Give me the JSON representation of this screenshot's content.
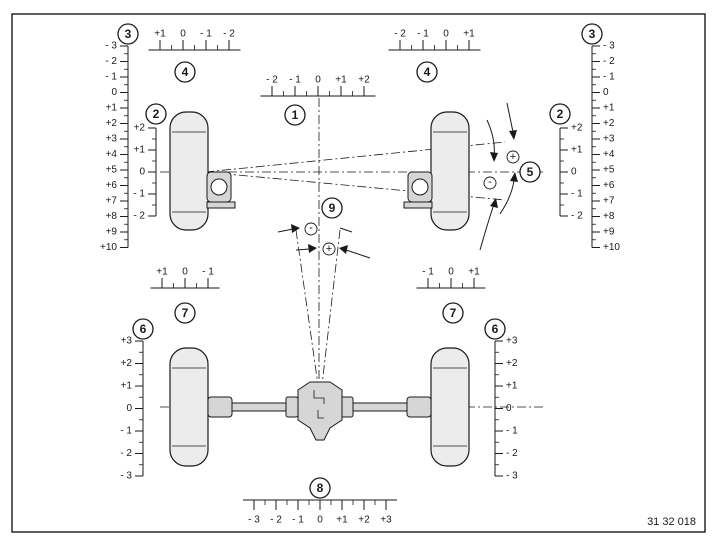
{
  "figure_code": "31 32 018",
  "callouts": {
    "scale_camber_left": "3",
    "scale_camber_right": "3",
    "scale_toe_left": "2",
    "scale_toe_right": "2",
    "scale_front_top_left": "4",
    "scale_front_top_right": "4",
    "scale_front_center": "1",
    "front_toe_angle": "5",
    "thrust_angle": "9",
    "scale_rear_outer_left": "6",
    "scale_rear_outer_right": "6",
    "scale_rear_top_left": "7",
    "scale_rear_top_right": "7",
    "scale_rear_center": "8"
  },
  "scales": {
    "camber_left": [
      "- 3",
      "- 2",
      "- 1",
      "0",
      "+1",
      "+2",
      "+3",
      "+4",
      "+5",
      "+6",
      "+7",
      "+8",
      "+9",
      "+10"
    ],
    "camber_right": [
      "- 3",
      "- 2",
      "- 1",
      "0",
      "+1",
      "+2",
      "+3",
      "+4",
      "+5",
      "+6",
      "+7",
      "+8",
      "+9",
      "+10"
    ],
    "toe_left": [
      "+2",
      "+1",
      "0",
      "- 1",
      "- 2"
    ],
    "toe_right": [
      "+2",
      "+1",
      "0",
      "- 1",
      "- 2"
    ],
    "front_top_left": [
      "+1",
      "0",
      "- 1",
      "- 2"
    ],
    "front_top_right": [
      "- 2",
      "- 1",
      "0",
      "+1"
    ],
    "front_center": [
      "- 2",
      "- 1",
      "0",
      "+1",
      "+2"
    ],
    "rear_top_left": [
      "+1",
      "0",
      "- 1"
    ],
    "rear_top_right": [
      "- 1",
      "0",
      "+1"
    ],
    "rear_outer_left": [
      "+3",
      "+2",
      "+1",
      "0",
      "- 1",
      "- 2",
      "- 3"
    ],
    "rear_outer_right": [
      "+3",
      "+2",
      "+1",
      "0",
      "- 1",
      "- 2",
      "- 3"
    ],
    "rear_center": [
      "- 3",
      "- 2",
      "- 1",
      "0",
      "+1",
      "+2",
      "+3"
    ]
  },
  "signs": {
    "plus": "+",
    "minus": "-"
  }
}
